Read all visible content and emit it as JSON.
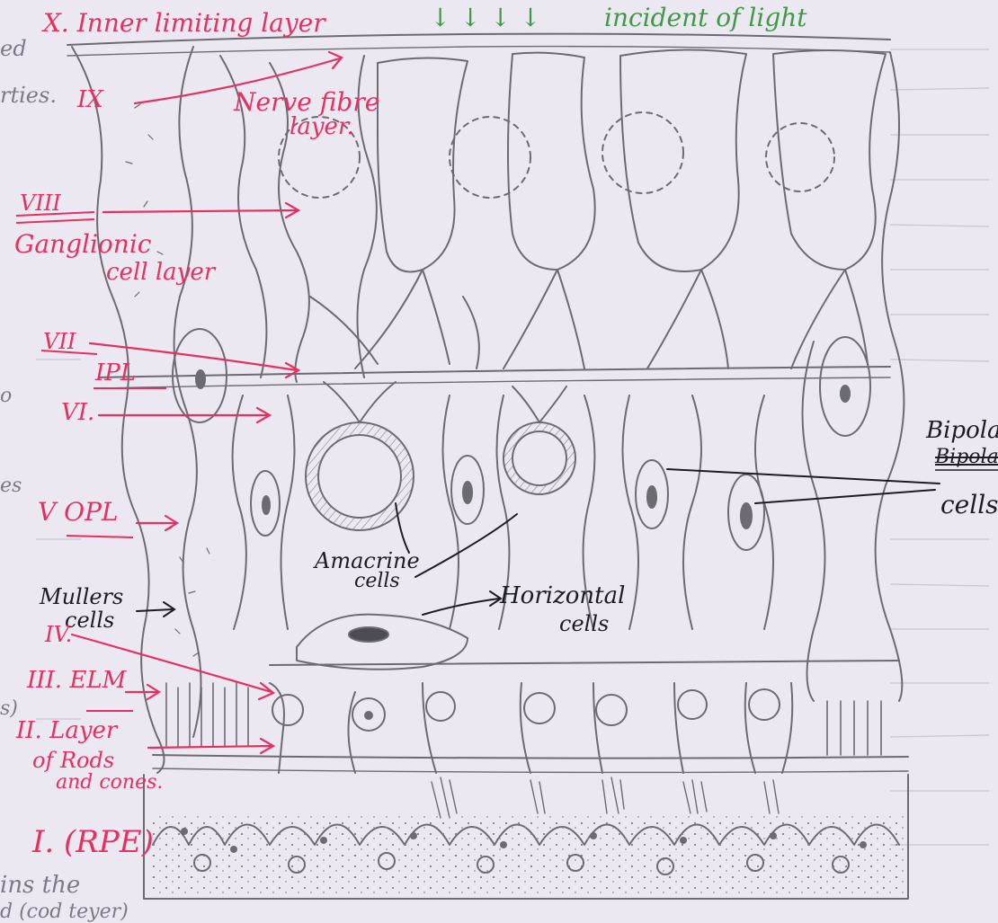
{
  "colors": {
    "paper": "#ebe8f1",
    "pencil": "#6c6b72",
    "red_ink": "#e53060",
    "black_ink": "#1c1c22",
    "green_ink": "#3f9a45",
    "faint_text": "#c9c6d3"
  },
  "header": {
    "inner_limiting": "X. Inner limiting layer",
    "incident_light": "incident of light",
    "incident_arrows": [
      "↓",
      "↓",
      "↓",
      "↓"
    ]
  },
  "labels": {
    "ix_num": "IX",
    "nerve_fibre": "Nerve fibre",
    "nerve_fibre_2": "layer.",
    "viii_num": "VIII",
    "ganglionic": "Ganglionic",
    "ganglionic_2": "cell layer",
    "vii_num": "VII",
    "ipl": "IPL",
    "vi_num": "VI.",
    "v_opl": "V OPL",
    "mullers": "Mullers",
    "mullers_2": "cells",
    "iv_num": "IV.",
    "iii_elm": "III. ELM",
    "ii_layer": "II. Layer",
    "ii_rods": "of Rods",
    "ii_cones": "and cones.",
    "i_rpe": "I. (RPE)",
    "amacrine": "Amacrine",
    "amacrine_2": "cells",
    "horizontal": "Horizontal",
    "horizontal_2": "cells",
    "bipolar": "Bipolar",
    "bipolar_strike": "Bipolar",
    "bipolar_cells": "cells"
  },
  "margin_text": {
    "m1": "ed",
    "m2": "rties.",
    "m3": "o",
    "m4": "es",
    "m5": "s)",
    "m6": "ins the",
    "m7": "d (cod teyer)"
  }
}
